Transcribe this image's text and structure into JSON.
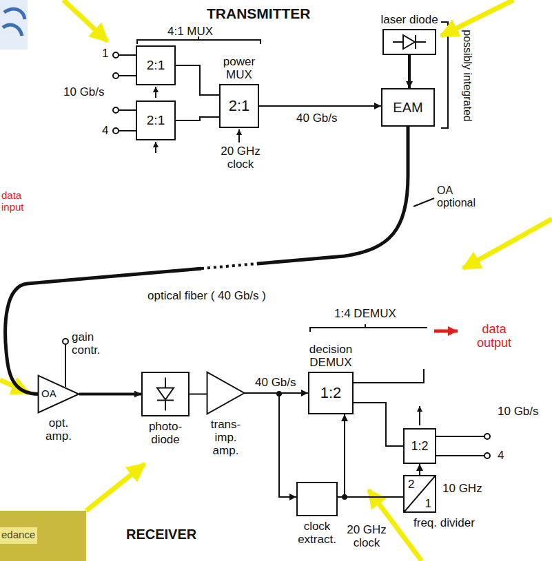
{
  "diagram": {
    "nodes": [
      {
        "text": [
          "2:1"
        ]
      },
      {
        "text": [
          "2:1"
        ]
      },
      {
        "text": [
          "power MUX",
          "2:1"
        ]
      },
      {
        "text": [
          "laser diode"
        ]
      },
      {
        "text": [
          "EAM"
        ]
      },
      {
        "text": [
          "OA",
          "opt. amp."
        ]
      },
      {
        "text": [
          "photo- diode"
        ]
      },
      {
        "text": [
          "trans- imp. amp."
        ]
      },
      {
        "text": [
          "decision DEMUX",
          "1:2"
        ]
      },
      {
        "text": [
          "1:2"
        ]
      },
      {
        "text": [
          "clock extract."
        ]
      },
      {
        "text": [
          "2",
          "1",
          "freq. divider"
        ]
      }
    ],
    "edges": [
      {
        "from": 0,
        "to": 2,
        "arrow": "none"
      },
      {
        "from": 1,
        "to": 2,
        "arrow": "none"
      },
      {
        "from": 2,
        "to": 4,
        "label": "40 Gb/s",
        "arrow": "to"
      },
      {
        "from": 3,
        "to": 4,
        "arrow": "to"
      },
      {
        "from": 4,
        "to": 5,
        "label": "optical fiber ( 40 Gb/s )",
        "arrow": "none"
      },
      {
        "from": 5,
        "to": 6,
        "arrow": "to"
      },
      {
        "from": 6,
        "to": 7,
        "arrow": "none"
      },
      {
        "from": 7,
        "to": 8,
        "label": "40 Gb/s",
        "arrow": "to"
      },
      {
        "from": 7,
        "to": 10,
        "arrow": "to"
      },
      {
        "from": 10,
        "to": 8,
        "arrow": "to"
      },
      {
        "from": 10,
        "to": 11,
        "arrow": "none"
      },
      {
        "from": 11,
        "to": 9,
        "arrow": "to"
      },
      {
        "from": 8,
        "to": 9,
        "arrow": "none"
      }
    ],
    "labels": [
      "TRANSMITTER",
      "4:1 MUX",
      "1",
      "10 Gb/s",
      "4",
      "20 GHz clock",
      "possibly integrated",
      "OA optional",
      "data input",
      "gain contr.",
      "1:4 DEMUX",
      "data output",
      "10 Gb/s",
      "4",
      "10 GHz",
      "20 GHz clock",
      "RECEIVER",
      "edance"
    ]
  }
}
